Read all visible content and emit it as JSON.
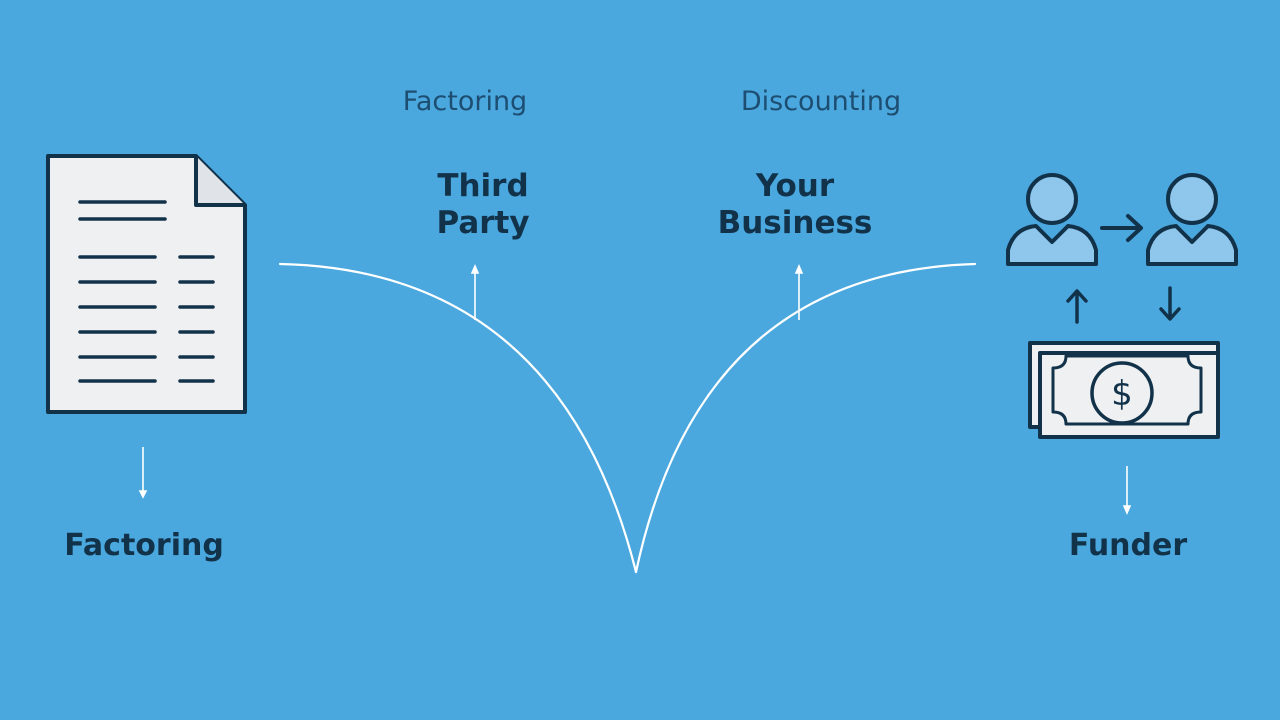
{
  "labels": {
    "factoring_top": "Factoring",
    "discounting_top": "Discounting",
    "third_party": [
      "Third",
      "Party"
    ],
    "your_business": [
      "Your",
      "Business"
    ],
    "factoring_bottom": "Factoring",
    "funder": "Funder"
  },
  "icons": {
    "document": "document-icon",
    "people": "people-transfer-icon",
    "money": "dollar-bill-icon"
  },
  "colors": {
    "background": "#4aa8df",
    "ink": "#12324a",
    "paper": "#eef0f2",
    "person_fill": "#8ec6ec",
    "curve": "#ffffff"
  }
}
